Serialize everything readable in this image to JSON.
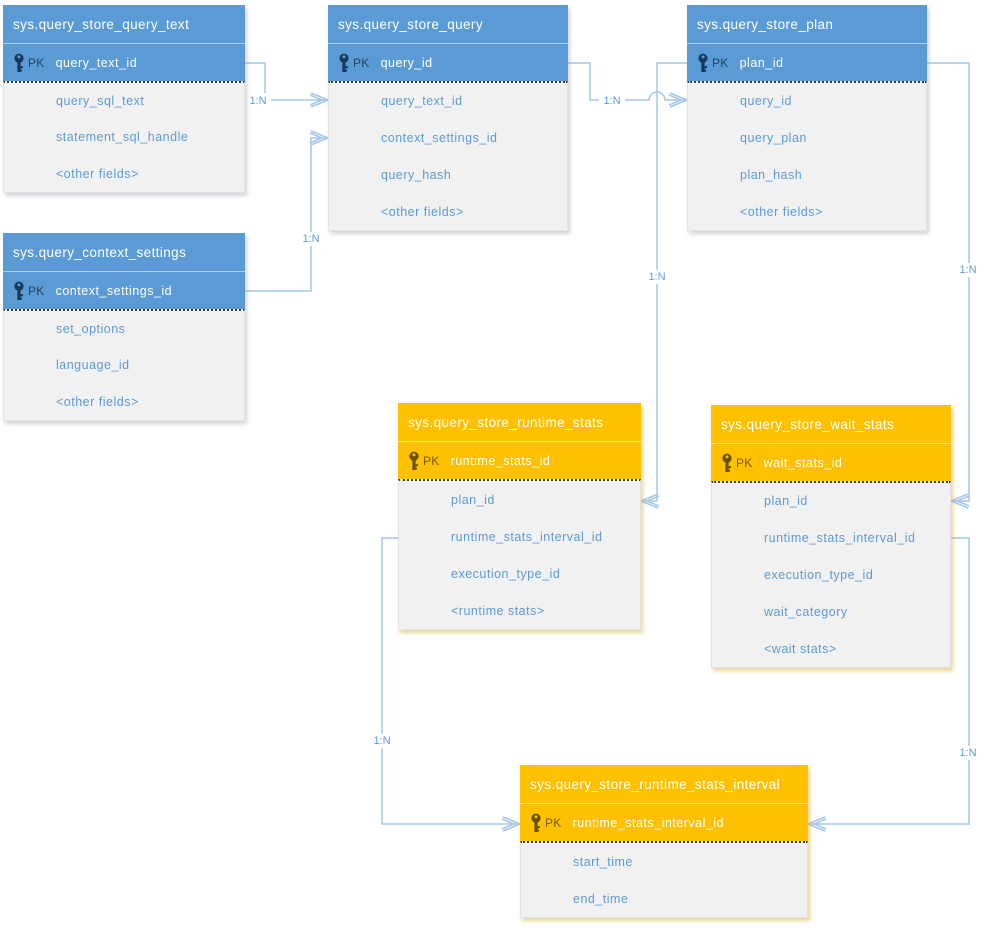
{
  "diagram": {
    "pk_label": "PK",
    "colors": {
      "blue_header": "#5b9bd5",
      "orange_header": "#ffc000",
      "body_background": "#f1f1f2",
      "field_text": "#5b9bd5",
      "connector": "#a5c7e8"
    },
    "tables": [
      {
        "id": "query_store_query_text",
        "title": "sys.query_store_query_text",
        "theme": "blue",
        "pk_field": "query_text_id",
        "fields": [
          "query_sql_text",
          "statement_sql_handle",
          "<other fields>"
        ]
      },
      {
        "id": "query_store_query",
        "title": "sys.query_store_query",
        "theme": "blue",
        "pk_field": "query_id",
        "fields": [
          "query_text_id",
          "context_settings_id",
          "query_hash",
          "<other fields>"
        ]
      },
      {
        "id": "query_store_plan",
        "title": "sys.query_store_plan",
        "theme": "blue",
        "pk_field": "plan_id",
        "fields": [
          "query_id",
          "query_plan",
          "plan_hash",
          "<other fields>"
        ]
      },
      {
        "id": "query_context_settings",
        "title": "sys.query_context_settings",
        "theme": "blue",
        "pk_field": "context_settings_id",
        "fields": [
          "set_options",
          "language_id",
          "<other fields>"
        ]
      },
      {
        "id": "query_store_runtime_stats",
        "title": "sys.query_store_runtime_stats",
        "theme": "orange",
        "pk_field": "runtime_stats_id",
        "fields": [
          "plan_id",
          "runtime_stats_interval_id",
          "execution_type_id",
          "<runtime stats>"
        ]
      },
      {
        "id": "query_store_wait_stats",
        "title": "sys.query_store_wait_stats",
        "theme": "orange",
        "pk_field": "wait_stats_id",
        "fields": [
          "plan_id",
          "runtime_stats_interval_id",
          "execution_type_id",
          "wait_category",
          "<wait stats>"
        ]
      },
      {
        "id": "query_store_runtime_stats_interval",
        "title": "sys.query_store_runtime_stats_interval",
        "theme": "orange",
        "pk_field": "runtime_stats_interval_id",
        "fields": [
          "start_time",
          "end_time"
        ]
      }
    ],
    "relationships": [
      {
        "from": "query_store_query_text",
        "to": "query_store_query",
        "label": "1:N"
      },
      {
        "from": "query_context_settings",
        "to": "query_store_query",
        "label": "1:N"
      },
      {
        "from": "query_store_query",
        "to": "query_store_plan",
        "label": "1:N"
      },
      {
        "from": "query_store_plan",
        "to": "query_store_runtime_stats",
        "label": "1:N"
      },
      {
        "from": "query_store_plan",
        "to": "query_store_wait_stats",
        "label": "1:N"
      },
      {
        "from": "query_store_runtime_stats",
        "to": "query_store_runtime_stats_interval",
        "label": "1:N"
      },
      {
        "from": "query_store_wait_stats",
        "to": "query_store_runtime_stats_interval",
        "label": "1:N"
      }
    ]
  }
}
